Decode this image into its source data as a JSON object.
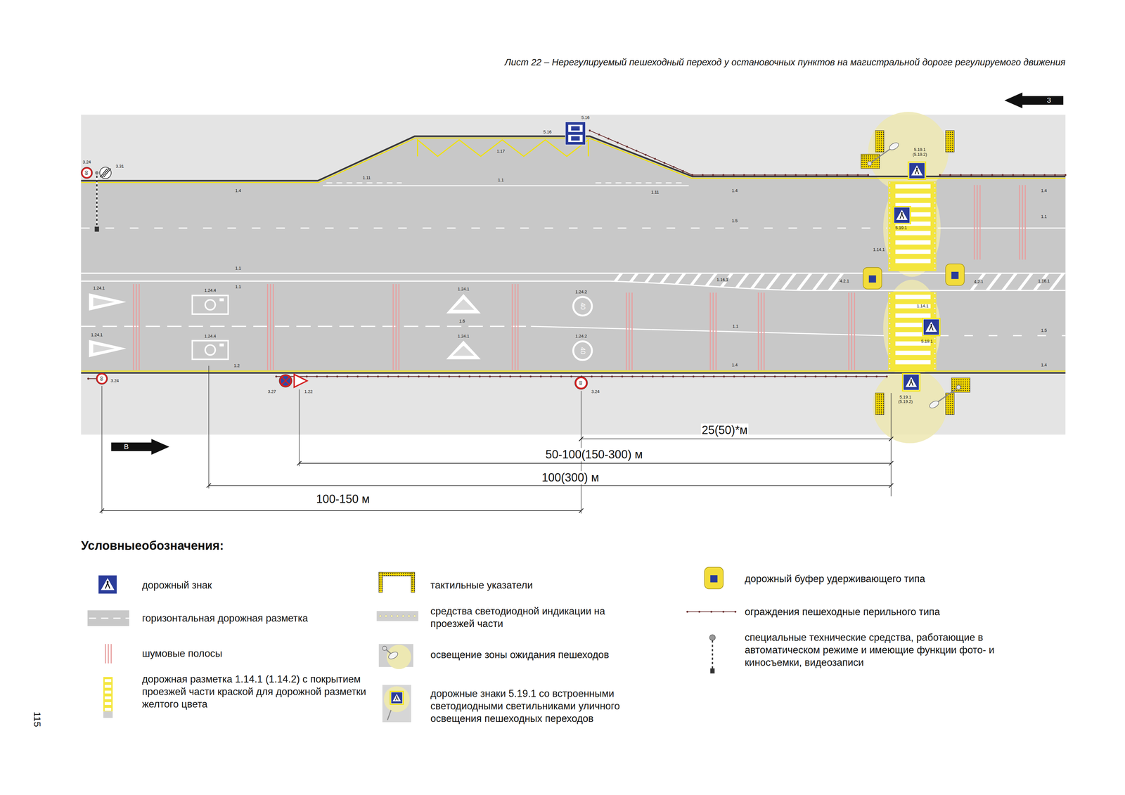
{
  "diagram": {
    "title": "Лист 22 – Нерегулируемый пешеходный переход у остановочных пунктов на магистральной дороге регулируемого движения",
    "labels": [
      "Условныеобозначения:",
      "115",
      "З",
      "В",
      "25(50)*м",
      "50-100(150-300) м",
      "100(300) м",
      "100-150 м",
      "3.24",
      "60",
      "3.31",
      "5.16",
      "5.16",
      "1.17",
      "1.11",
      "1.1",
      "1.11",
      "1.4",
      "1.4",
      "1.4",
      "5.19.1 (5.19.2)",
      "1.1",
      "1.5",
      "5.19.1",
      "1.14.1",
      "1.1",
      "1.1",
      "1.16.1",
      "4.2.1",
      "4.2.1",
      "1.16.1",
      "1.24.1",
      "1.24.4",
      "1.24.1",
      "1.24.2",
      "1.14.1",
      "1.6",
      "1.1",
      "1.5",
      "1.24.1",
      "1.24.4",
      "1.24.1",
      "1.24.2",
      "5.19.1",
      "1.4",
      "1.4",
      "1.2",
      "3.24",
      "60",
      "3.27",
      "1.22",
      "3.24",
      "40",
      "5.19.1 (5.19.2)",
      "40",
      "40"
    ],
    "legend": [
      {
        "text": "дорожный знак"
      },
      {
        "text": "горизонтальная дорожная разметка"
      },
      {
        "text": "шумовые полосы"
      },
      {
        "text": "дорожная разметка 1.14.1 (1.14.2) с покрытием проезжей части краской для дорожной разметки желтого цвета"
      },
      {
        "text": "тактильные указатели"
      },
      {
        "text": "средства светодиодной индикации на проезжей части"
      },
      {
        "text": "освещение зоны ожидания пешеходов"
      },
      {
        "text": "дорожные знаки 5.19.1 со встроенными светодиодными светильниками уличного освещения пешеходных переходов"
      },
      {
        "text": "дорожный буфер удерживающего типа"
      },
      {
        "text": "ограждения пешеходные перильного типа"
      },
      {
        "text": "специальные технические средства, работающие в автоматическом режиме и имеющие функции фото- и киносъемки, видеозаписи"
      }
    ]
  }
}
